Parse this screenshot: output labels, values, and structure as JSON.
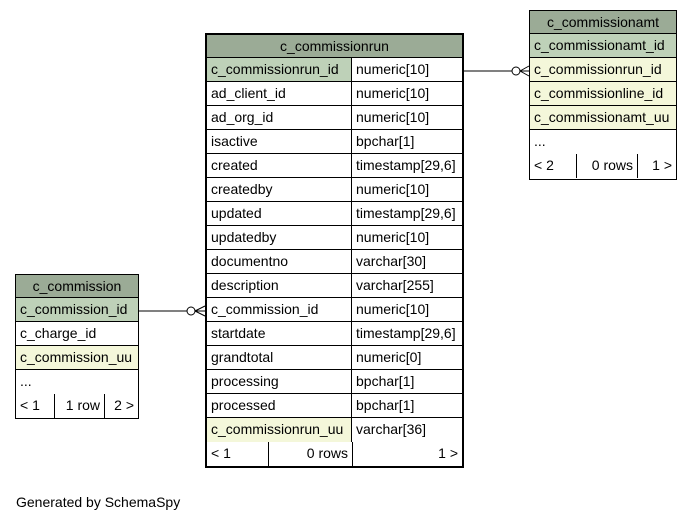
{
  "main_table": {
    "title": "c_commissionrun",
    "columns": [
      {
        "name": "c_commissionrun_id",
        "type": "numeric[10]",
        "style": "pk"
      },
      {
        "name": "ad_client_id",
        "type": "numeric[10]",
        "style": ""
      },
      {
        "name": "ad_org_id",
        "type": "numeric[10]",
        "style": ""
      },
      {
        "name": "isactive",
        "type": "bpchar[1]",
        "style": ""
      },
      {
        "name": "created",
        "type": "timestamp[29,6]",
        "style": ""
      },
      {
        "name": "createdby",
        "type": "numeric[10]",
        "style": ""
      },
      {
        "name": "updated",
        "type": "timestamp[29,6]",
        "style": ""
      },
      {
        "name": "updatedby",
        "type": "numeric[10]",
        "style": ""
      },
      {
        "name": "documentno",
        "type": "varchar[30]",
        "style": ""
      },
      {
        "name": "description",
        "type": "varchar[255]",
        "style": ""
      },
      {
        "name": "c_commission_id",
        "type": "numeric[10]",
        "style": ""
      },
      {
        "name": "startdate",
        "type": "timestamp[29,6]",
        "style": ""
      },
      {
        "name": "grandtotal",
        "type": "numeric[0]",
        "style": ""
      },
      {
        "name": "processing",
        "type": "bpchar[1]",
        "style": ""
      },
      {
        "name": "processed",
        "type": "bpchar[1]",
        "style": ""
      },
      {
        "name": "c_commissionrun_uu",
        "type": "varchar[36]",
        "style": "idx"
      }
    ],
    "footer": {
      "parents": "< 1",
      "rows": "0 rows",
      "children": "1 >"
    }
  },
  "child_table": {
    "title": "c_commissionamt",
    "columns": [
      {
        "name": "c_commissionamt_id",
        "style": "pk"
      },
      {
        "name": "c_commissionrun_id",
        "style": "idx"
      },
      {
        "name": "c_commissionline_id",
        "style": "idx"
      },
      {
        "name": "c_commissionamt_uu",
        "style": "idx"
      },
      {
        "name": "...",
        "style": ""
      }
    ],
    "footer": {
      "parents": "< 2",
      "rows": "0 rows",
      "children": "1 >"
    }
  },
  "parent_table": {
    "title": "c_commission",
    "columns": [
      {
        "name": "c_commission_id",
        "style": "pk"
      },
      {
        "name": "c_charge_id",
        "style": ""
      },
      {
        "name": "c_commission_uu",
        "style": "idx"
      },
      {
        "name": "...",
        "style": ""
      }
    ],
    "footer": {
      "parents": "< 1",
      "rows": "1 row",
      "children": "2 >"
    }
  },
  "caption": "Generated by SchemaSpy"
}
